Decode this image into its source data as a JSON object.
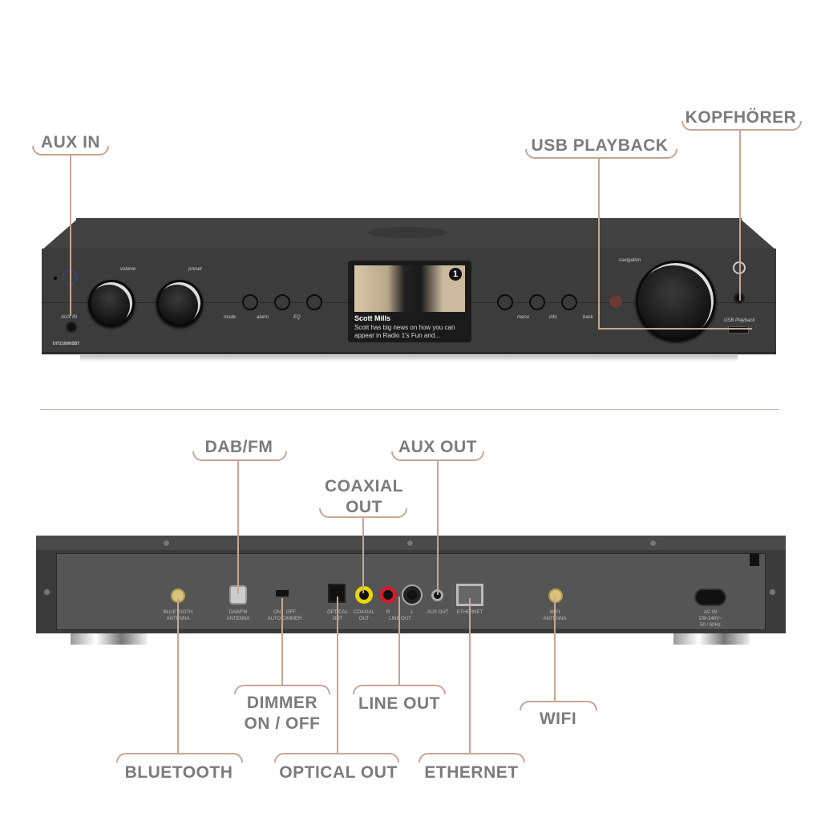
{
  "front_callouts": {
    "aux_in": "AUX IN",
    "usb_playback": "USB PLAYBACK",
    "kopfhoerer": "KOPFHÖRER"
  },
  "back_callouts": {
    "dab_fm": "DAB/FM",
    "coaxial_out": [
      "COAXIAL",
      "OUT"
    ],
    "aux_out": "AUX OUT",
    "dimmer": [
      "DIMMER",
      "ON / OFF"
    ],
    "line_out": "LINE OUT",
    "wifi": "WIFI",
    "bluetooth": "BLUETOOTH",
    "optical_out": "OPTICAL OUT",
    "ethernet": "ETHERNET"
  },
  "front_panel": {
    "model": "DIT2100MSBT",
    "aux_in": "AUX IN",
    "volume": "volume",
    "preset": "preset",
    "mode": "mode",
    "alarm": "alarm",
    "eq": "EQ",
    "menu": "menu",
    "info": "info",
    "back": "back",
    "navigation": "navigation",
    "usb_playback": "USB Playback",
    "screen": {
      "title": "Scott Mills",
      "text": "Scott has big news on how you can appear in Radio 1's Fun and...",
      "badge": "1"
    }
  },
  "back_panel": {
    "bluetooth": [
      "BLUETOOTH",
      "ANTENNA"
    ],
    "dab": [
      "DAB/FM",
      "ANTENNA"
    ],
    "dimmer": [
      "ON    OFF",
      "AUTO DIMMER"
    ],
    "optical": [
      "OPTICAL",
      "OUT"
    ],
    "coaxial": [
      "COAXIAL",
      "OUT"
    ],
    "r": "R",
    "l": "L",
    "line_out": "LINE OUT",
    "aux_out": "AUX OUT",
    "ethernet": "ETHERNET",
    "wifi": [
      "WIFI",
      "ANTENNA"
    ],
    "ac": [
      "AC IN",
      "100-240V~",
      "50 / 60Hz"
    ]
  },
  "colors": {
    "accent": "#c9a593",
    "label": "#7b7b7b",
    "device": "#3c3c3c"
  }
}
